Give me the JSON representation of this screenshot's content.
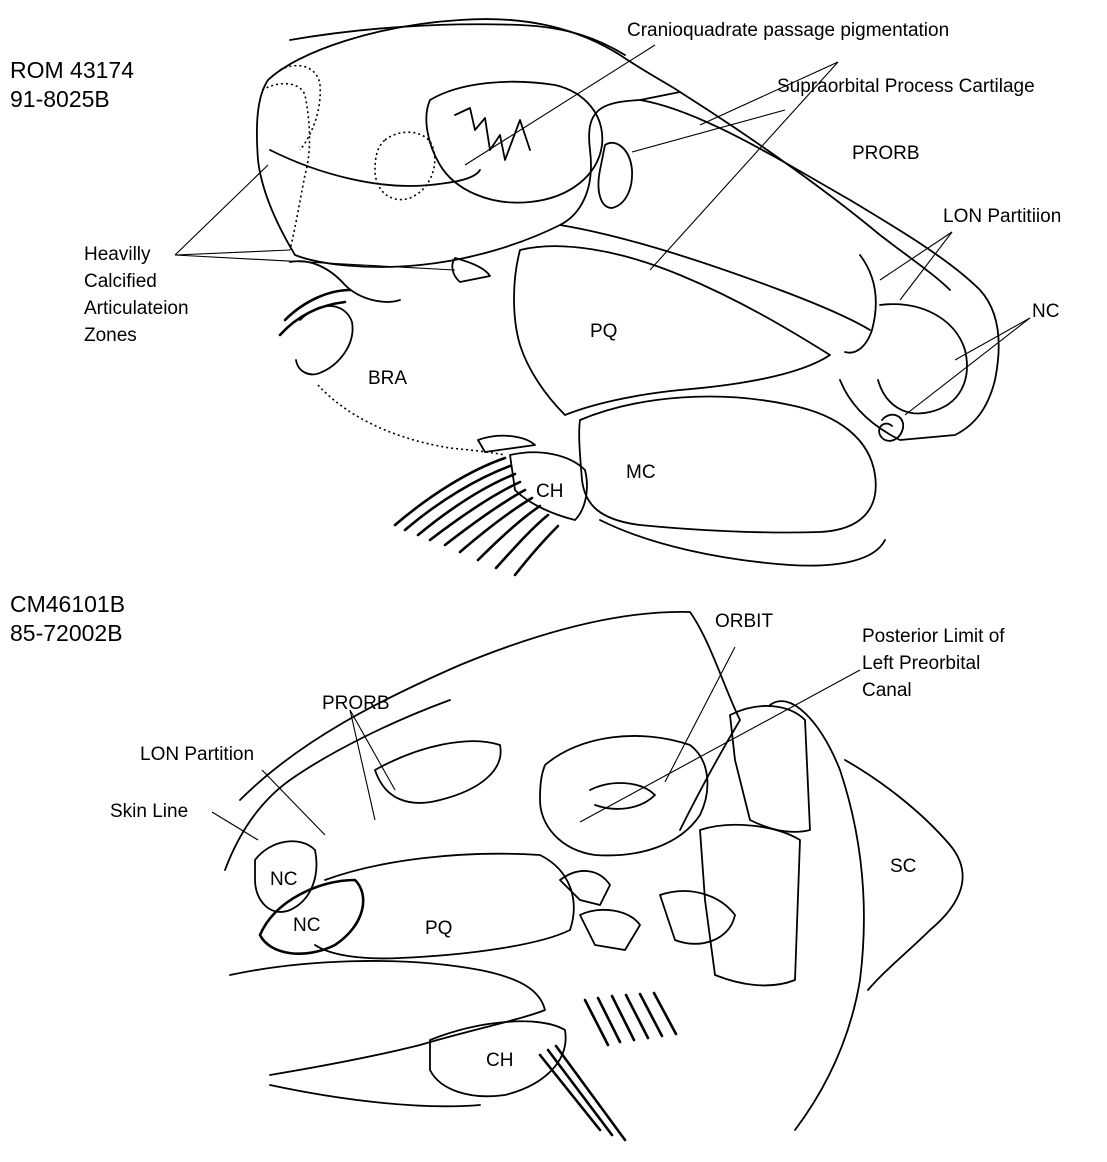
{
  "specimens": {
    "top": {
      "id": "ROM 43174",
      "number": "91-8025B"
    },
    "bottom": {
      "id": "CM46101B",
      "number": "85-72002B"
    }
  },
  "top_labels": {
    "cranioquadrate": "Cranioquadrate passage pigmentation",
    "supraorbital": "Supraorbital Process Cartilage",
    "prorb": "PRORB",
    "lon": "LON Partitiion",
    "nc": "NC",
    "calcified_1": "Heavilly",
    "calcified_2": "Calcified",
    "calcified_3": "Articulateion",
    "calcified_4": "Zones",
    "pq": "PQ",
    "bra": "BRA",
    "mc": "MC",
    "ch": "CH"
  },
  "bottom_labels": {
    "orbit": "ORBIT",
    "posterior_1": "Posterior Limit of",
    "posterior_2": "Left Preorbital",
    "posterior_3": "Canal",
    "prorb": "PRORB",
    "lon": "LON Partition",
    "skin": "Skin Line",
    "nc_1": "NC",
    "nc_2": "NC",
    "pq": "PQ",
    "sc": "SC",
    "ch": "CH"
  }
}
